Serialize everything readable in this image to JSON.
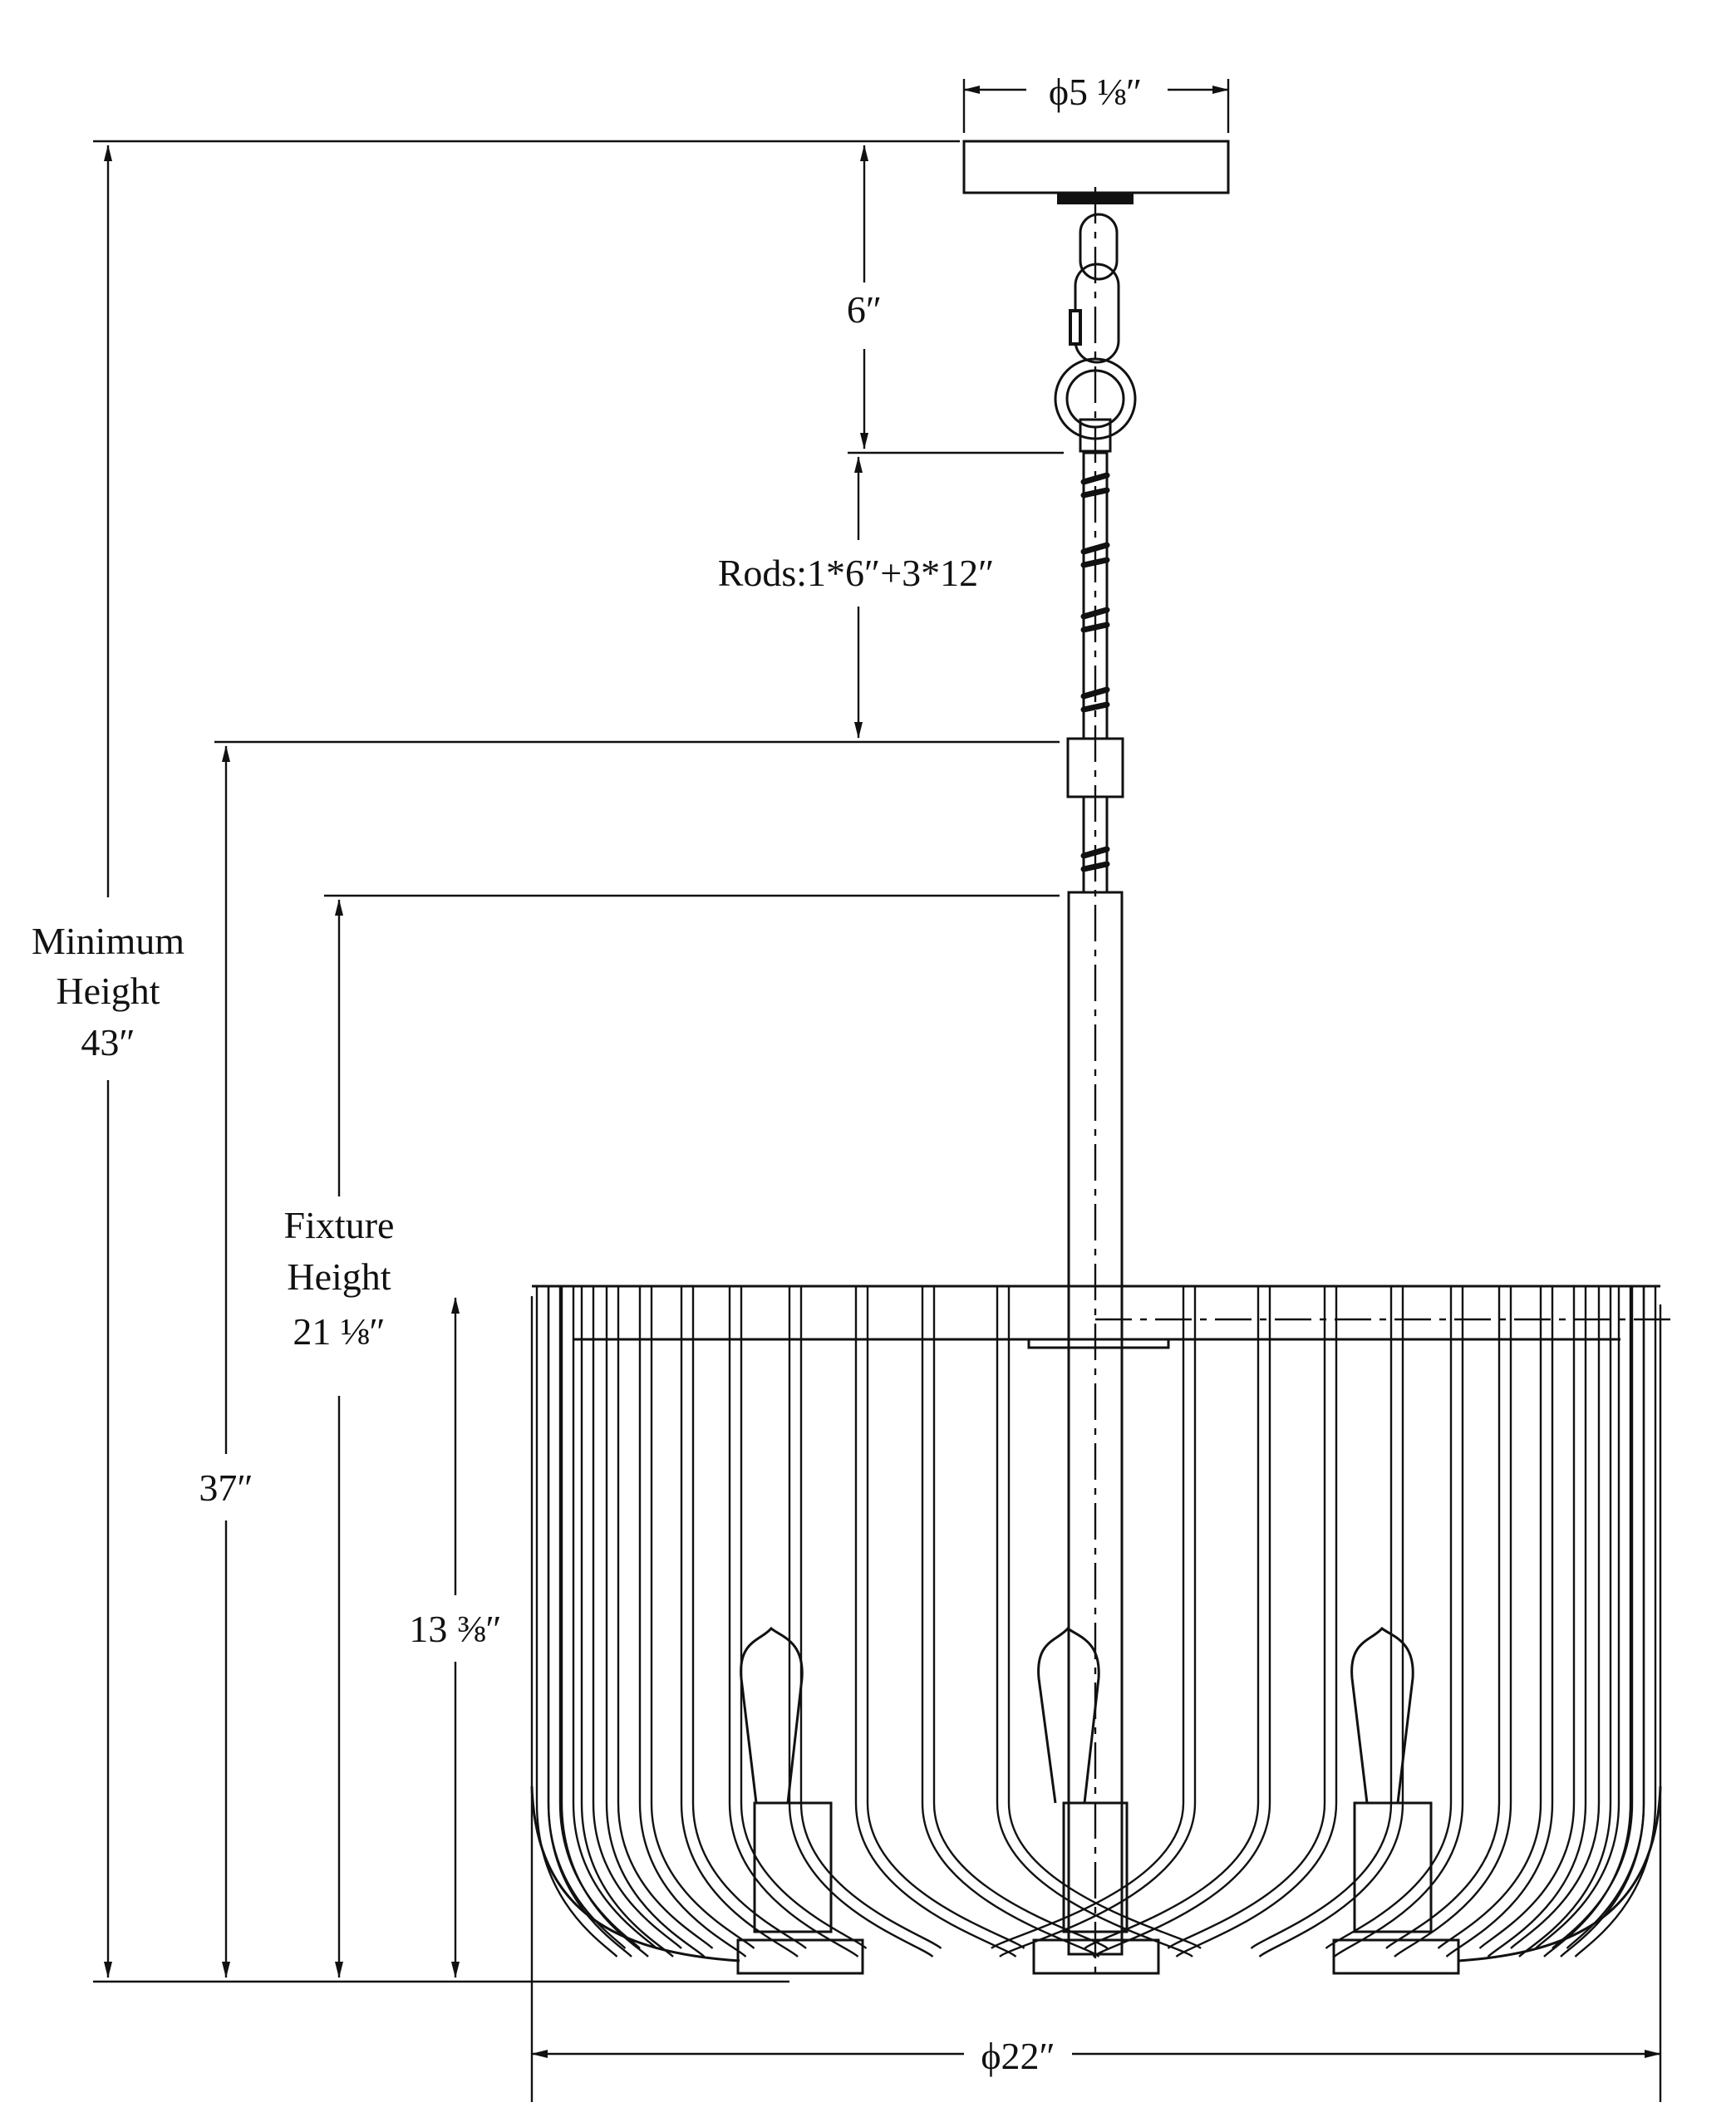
{
  "dimensions": {
    "canopy_diameter": "ϕ5 ⅛″",
    "chain_length": "6″",
    "rods": "Rods:1*6″+3*12″",
    "minimum_height": [
      "Minimum",
      "Height",
      "43″"
    ],
    "fixture_height": [
      "Fixture",
      "Height",
      "21 ⅛″"
    ],
    "overall_37": "37″",
    "shade_height": "13 ⅜″",
    "fixture_diameter": "ϕ22″"
  },
  "colors": {
    "line": "#111111",
    "background": "#ffffff"
  }
}
